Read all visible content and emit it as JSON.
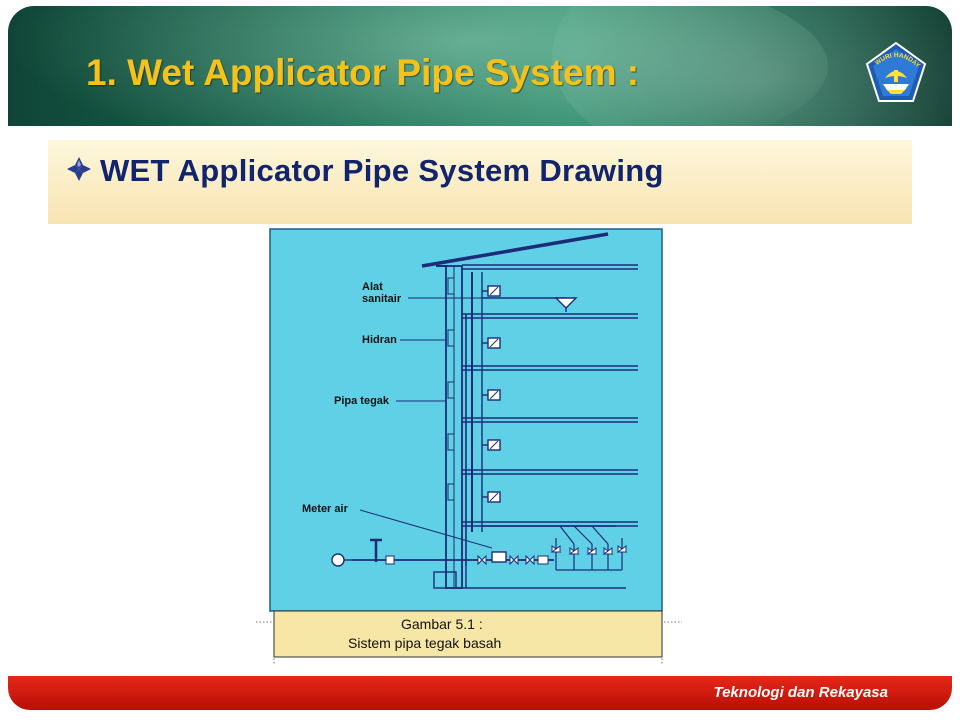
{
  "slide": {
    "title": "1. Wet Applicator Pipe System :",
    "subtitle": "WET  Applicator Pipe System Drawing",
    "footer": "Teknologi dan Rekayasa",
    "logo": {
      "text": "TUT WURI HANDAYANI"
    }
  },
  "diagram": {
    "labels": {
      "alat": "Alat",
      "sanitair": "sanitair",
      "hidran": "Hidran",
      "pipa_tegak": "Pipa tegak",
      "meter_air": "Meter air"
    },
    "caption": {
      "line1": "Gambar 5.1 :",
      "line2": "Sistem pipa tegak basah"
    }
  },
  "colors": {
    "header_green": "#1c6a52",
    "title_yellow": "#f4c21a",
    "subtitle_navy": "#12246b",
    "banner_cream": "#fbefc8",
    "diagram_cyan": "#5fd0e6",
    "caption_yellow": "#f6e7a6",
    "footer_red": "#d01f12"
  },
  "icons": {
    "bullet": "diamond-bullet-icon",
    "logo": "tut-wuri-handayani-logo-icon"
  }
}
